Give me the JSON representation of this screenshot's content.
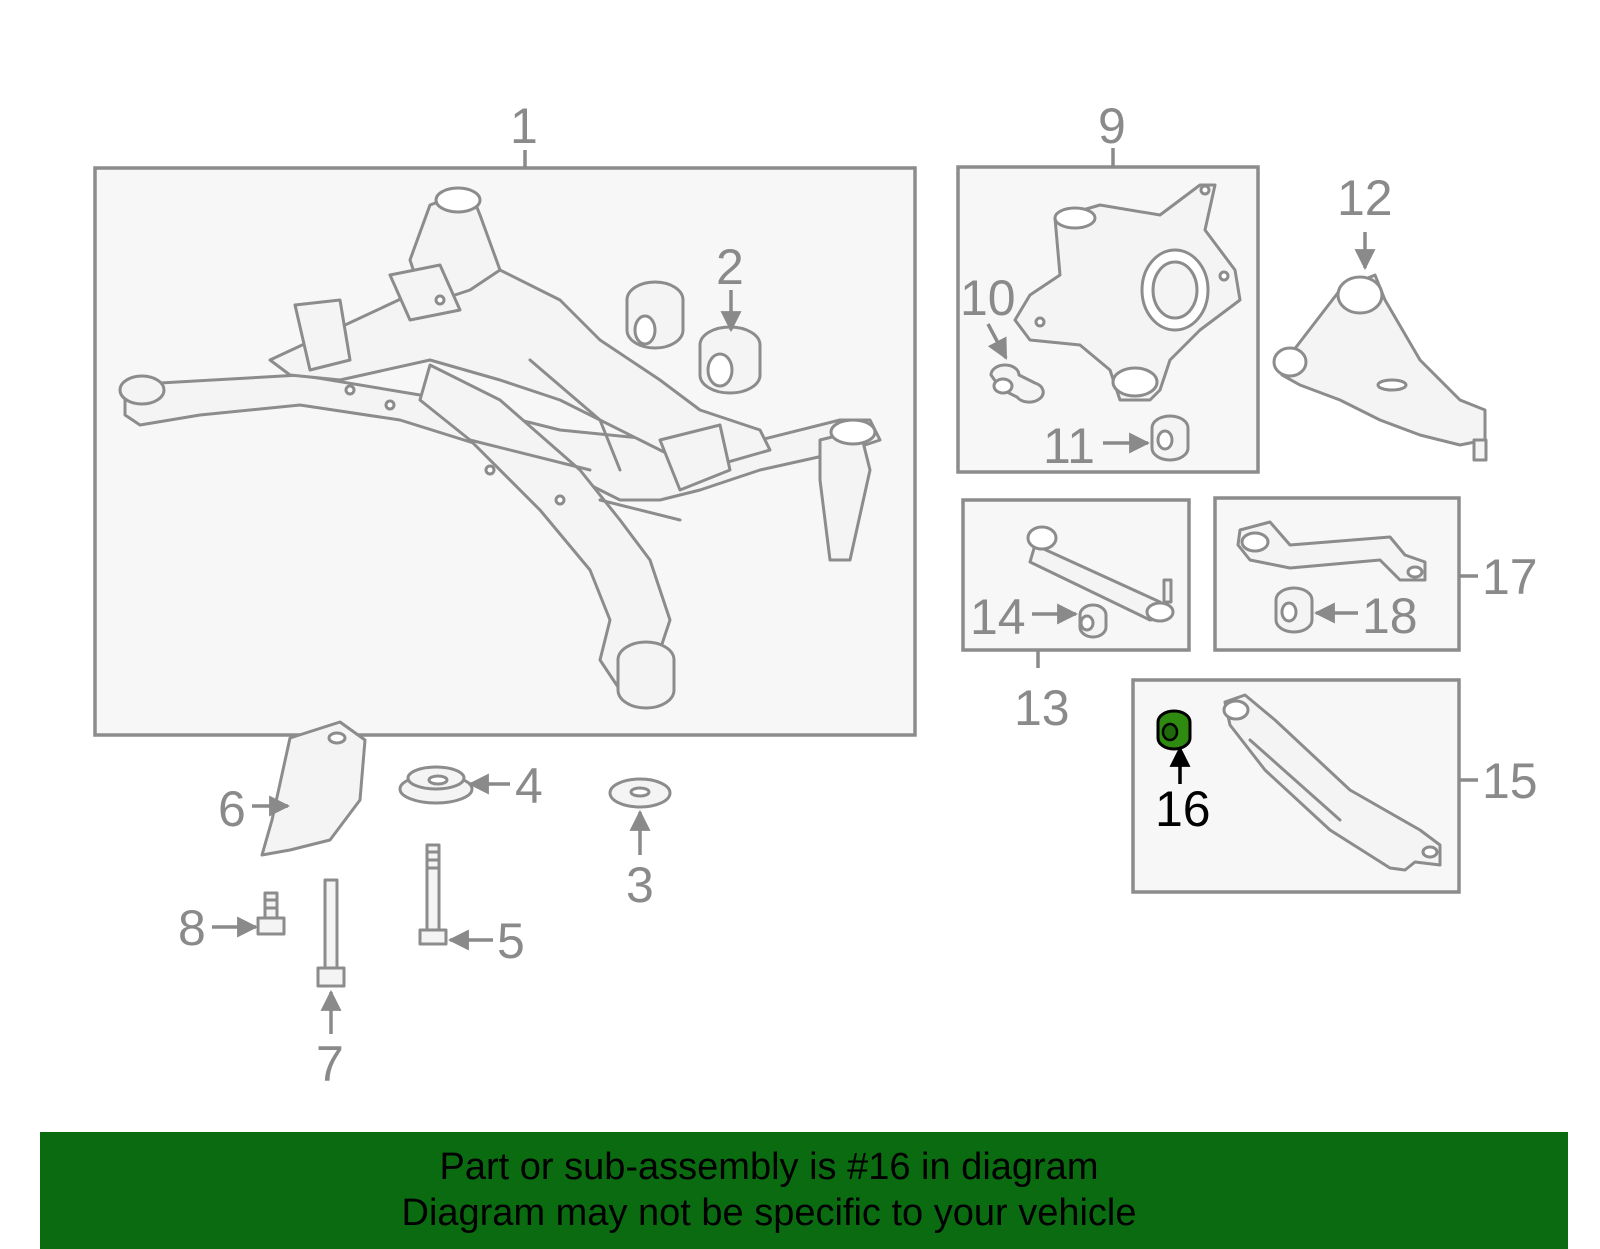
{
  "callouts": {
    "c1": "1",
    "c2": "2",
    "c3": "3",
    "c4": "4",
    "c5": "5",
    "c6": "6",
    "c7": "7",
    "c8": "8",
    "c9": "9",
    "c10": "10",
    "c11": "11",
    "c12": "12",
    "c13": "13",
    "c14": "14",
    "c15": "15",
    "c16": "16",
    "c17": "17",
    "c18": "18"
  },
  "highlight": {
    "part_number": "16",
    "color": "#0b6b10"
  },
  "banner": {
    "line1": "Part or sub-assembly is #16 in diagram",
    "line2": "Diagram may not be specific to your vehicle",
    "background": "#0b6b10"
  }
}
